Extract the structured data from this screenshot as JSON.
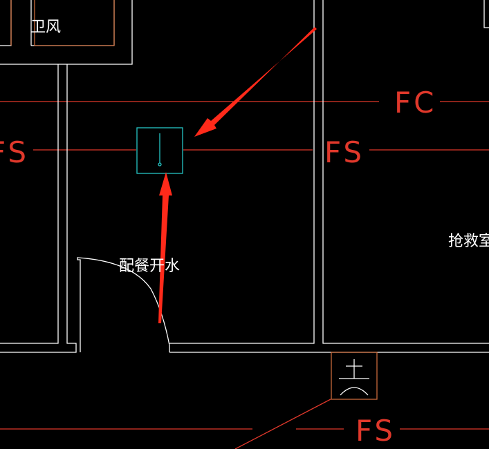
{
  "drawing": {
    "line_labels": {
      "fc_top": "FC",
      "fs_left": "FS",
      "fs_middle": "FS",
      "fs_bottom": "FS"
    },
    "room_labels": {
      "top_left_partial": "卫风",
      "pantry_water": "配餐开水",
      "rescue_room": "抢救室"
    }
  },
  "colors": {
    "background": "#000000",
    "walls": "#ffffff",
    "pipe_lines": "#e0382b",
    "riser_box": "#26c6c6",
    "annotation_arrows": "#ff2a1a"
  }
}
